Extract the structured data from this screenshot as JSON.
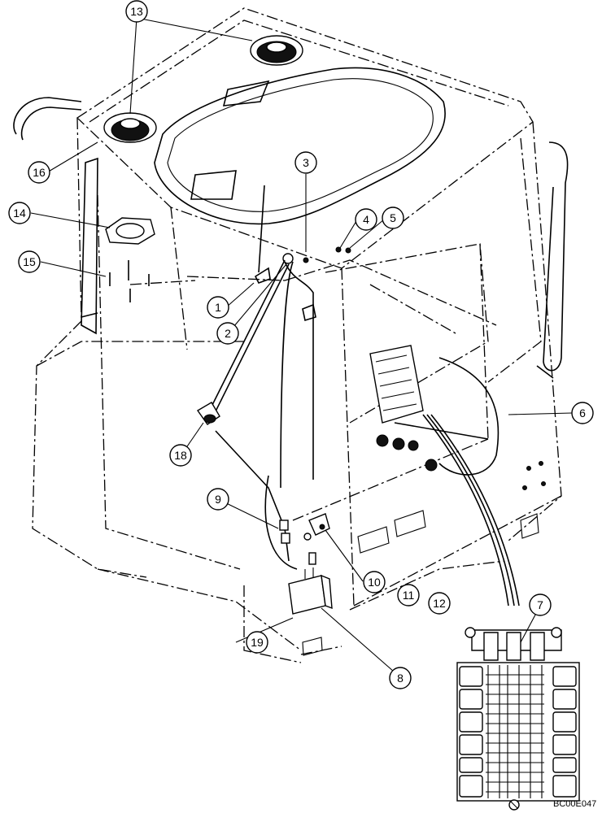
{
  "figure_ref": "BC00E047",
  "callouts": [
    {
      "id": "c1",
      "label": "1"
    },
    {
      "id": "c2",
      "label": "2"
    },
    {
      "id": "c3",
      "label": "3"
    },
    {
      "id": "c4",
      "label": "4"
    },
    {
      "id": "c5",
      "label": "5"
    },
    {
      "id": "c6",
      "label": "6"
    },
    {
      "id": "c7",
      "label": "7"
    },
    {
      "id": "c8",
      "label": "8"
    },
    {
      "id": "c9",
      "label": "9"
    },
    {
      "id": "c10",
      "label": "10"
    },
    {
      "id": "c11",
      "label": "11"
    },
    {
      "id": "c12",
      "label": "12"
    },
    {
      "id": "c13",
      "label": "13"
    },
    {
      "id": "c14",
      "label": "14"
    },
    {
      "id": "c15",
      "label": "15"
    },
    {
      "id": "c16",
      "label": "16"
    },
    {
      "id": "c18",
      "label": "18"
    },
    {
      "id": "c19",
      "label": "19"
    }
  ]
}
